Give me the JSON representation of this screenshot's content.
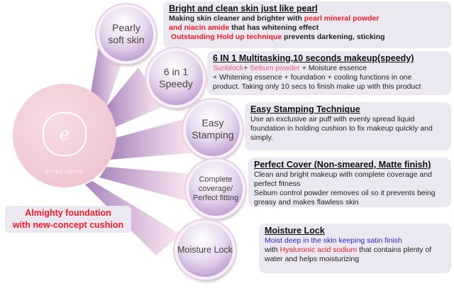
{
  "product": {
    "logo_letter": "e",
    "brand": "ETUDE HOUSE"
  },
  "tagline": {
    "line1": "Almighty foundation",
    "line2": "with new-concept cushion"
  },
  "features": [
    {
      "badge_l1": "Pearly",
      "badge_l2": "soft skin",
      "title": "Bright and clean skin just like pearl",
      "p1": "Making skin cleaner and brighter with ",
      "p1_hl": "pearl mineral powder",
      "p2_hl": "and niacin amide",
      "p2": " that  has whitening effect",
      "p3_hl": "Outstanding Hold up  technique",
      "p3": " prevents  darkening, sticking"
    },
    {
      "badge_l1": "6 in 1",
      "badge_l2": "Speedy",
      "title": "6 IN 1 Multitasking,10 seconds makeup(speedy)",
      "hl1": "Sunblock",
      "s1": "+ ",
      "hl2": "Sebum powder",
      "s2": " + Moisture essence",
      "l2": "+ Whitening essence + foundation + cooling  functions in one",
      "l3": "product.  Taking only 10 secs to finish make up  with this product"
    },
    {
      "badge_l1": "Easy",
      "badge_l2": "Stamping",
      "title": "Easy Stamping Technique",
      "text": "Use an exclusive air puff with evenly spread liquid foundation in holding cushion to fix makeup quickly  and simply."
    },
    {
      "badge_l1": "Complete",
      "badge_l2": "coverage/",
      "badge_l3": "Perfect fitting",
      "title": "Perfect Cover (Non-smeared, Matte finish)",
      "text1": "Clean and bright makeup with complete coverage and perfect fitness",
      "text2": "Sebum control powder removes oil so it prevents being greasy and makes flawless skin"
    },
    {
      "badge_l1": "Moisture Lock",
      "title": "Moisture Lock",
      "blue": "Moist deep in the skin  keeping satin finish",
      "t1": "with ",
      "hl": "Hyaluronic acid sodium",
      "t2": "  that contains plenty of water and helps moisturizing"
    }
  ]
}
